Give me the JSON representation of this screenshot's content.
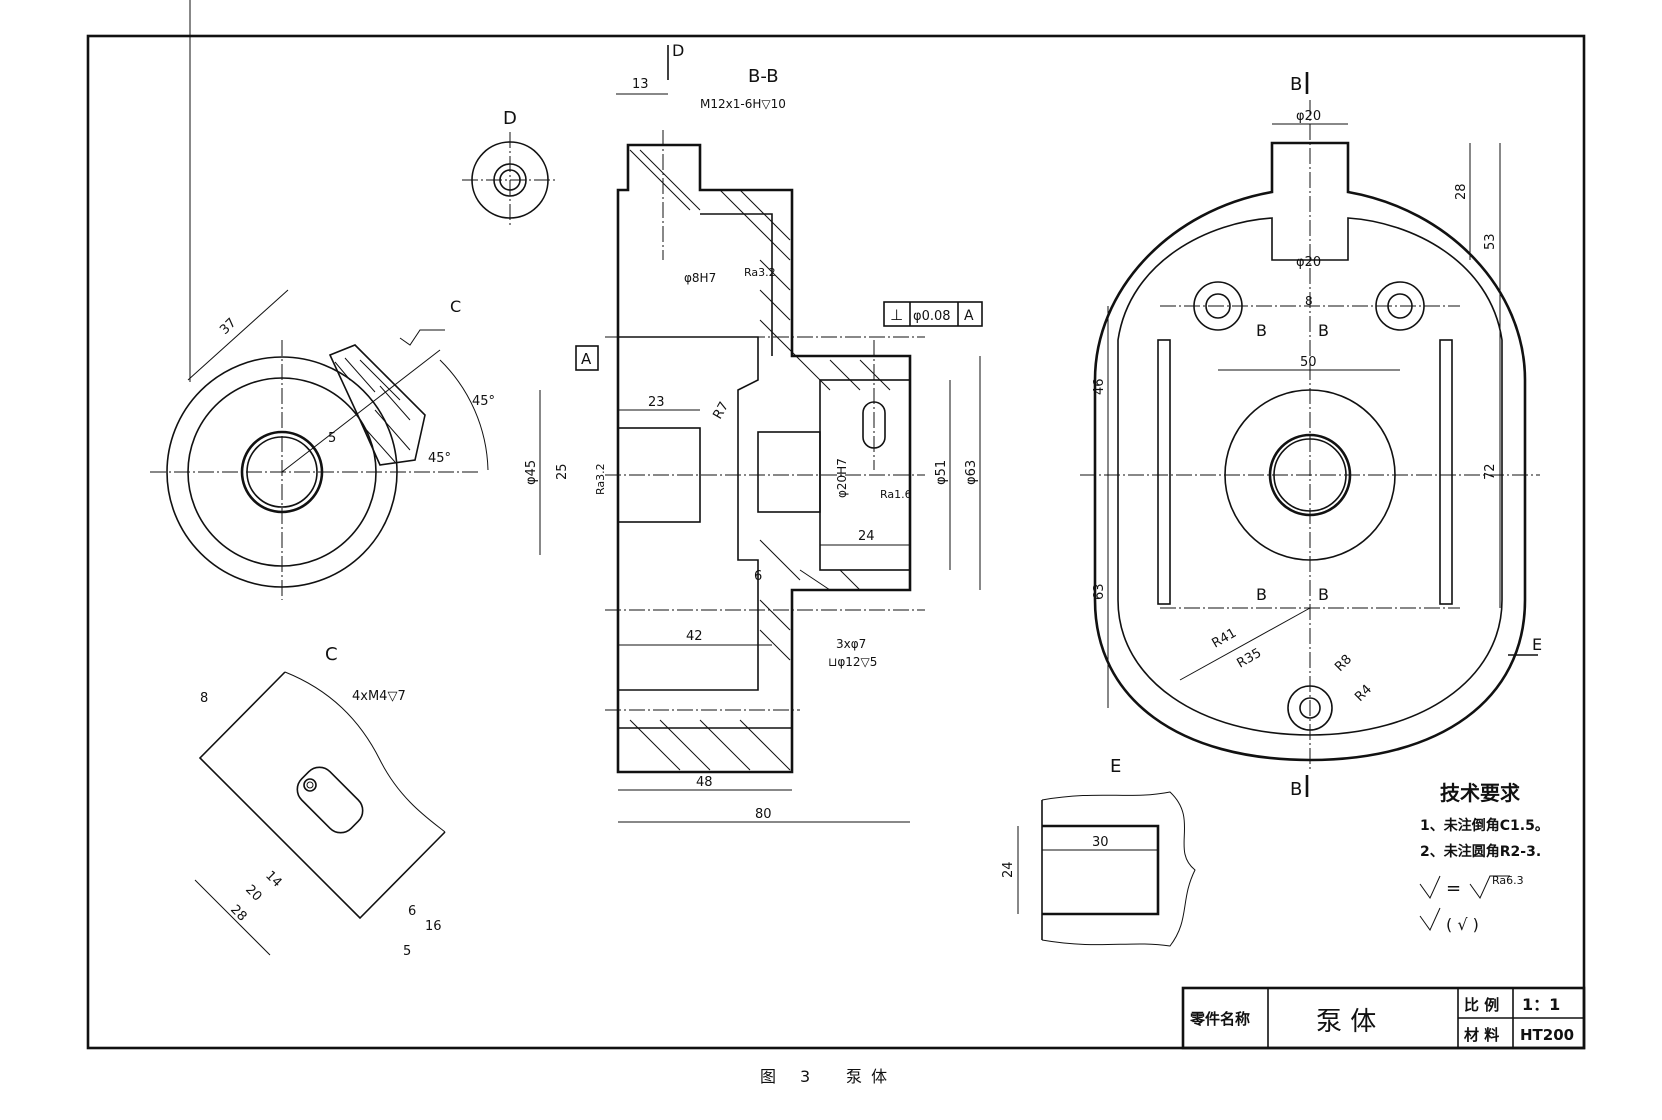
{
  "caption": {
    "fig": "图",
    "num": "3",
    "title": "泵 体"
  },
  "views": {
    "d_label": "D",
    "bb_label": "B-B",
    "c_label": "C",
    "e_label": "E",
    "b": "B",
    "a": "A"
  },
  "dims": {
    "d13": "13",
    "m12": "M12x1-6H▽10",
    "phi8": "φ8H7",
    "ra32a": "Ra3.2",
    "tol": "⊥",
    "tol_val": "φ0.08",
    "tol_ref": "A",
    "d23": "23",
    "r7": "R7",
    "phi45": "φ45",
    "d25": "25",
    "ra32b": "Ra3.2",
    "phi20h7": "φ20H7",
    "ra16": "Ra1.6",
    "phi51": "φ51",
    "phi63": "φ63",
    "d24": "24",
    "d6": "6",
    "d42": "42",
    "h3": "3xφ7",
    "h3b": "⊔φ12▽5",
    "d48": "48",
    "d80": "80",
    "d37": "37",
    "d5": "5",
    "a45a": "45°",
    "a45b": "45°",
    "c8": "8",
    "c4m4": "4xM4▽7",
    "c14": "14",
    "c20": "20",
    "c28": "28",
    "c6": "6",
    "c16": "16",
    "c5": "5",
    "phi20a": "φ20",
    "phi20b": "φ20",
    "b8": "8",
    "b50": "50",
    "b28": "28",
    "b53": "53",
    "b46": "46",
    "b72": "72",
    "b63": "63",
    "r41": "R41",
    "r35": "R35",
    "r8": "R8",
    "r4": "R4",
    "e30": "30",
    "e24": "24"
  },
  "tech": {
    "title": "技术要求",
    "item1": "1、未注倒角C1.5。",
    "item2": "2、未注圆角R2-3.",
    "ra63": "Ra6.3",
    "sym1": "= ",
    "sym2": "( √ )"
  },
  "title_block": {
    "part_label": "零件名称",
    "part_name": "泵    体",
    "scale_label": "比 例",
    "scale_val": "1：1",
    "mat_label": "材 料",
    "mat_val": "HT200"
  }
}
